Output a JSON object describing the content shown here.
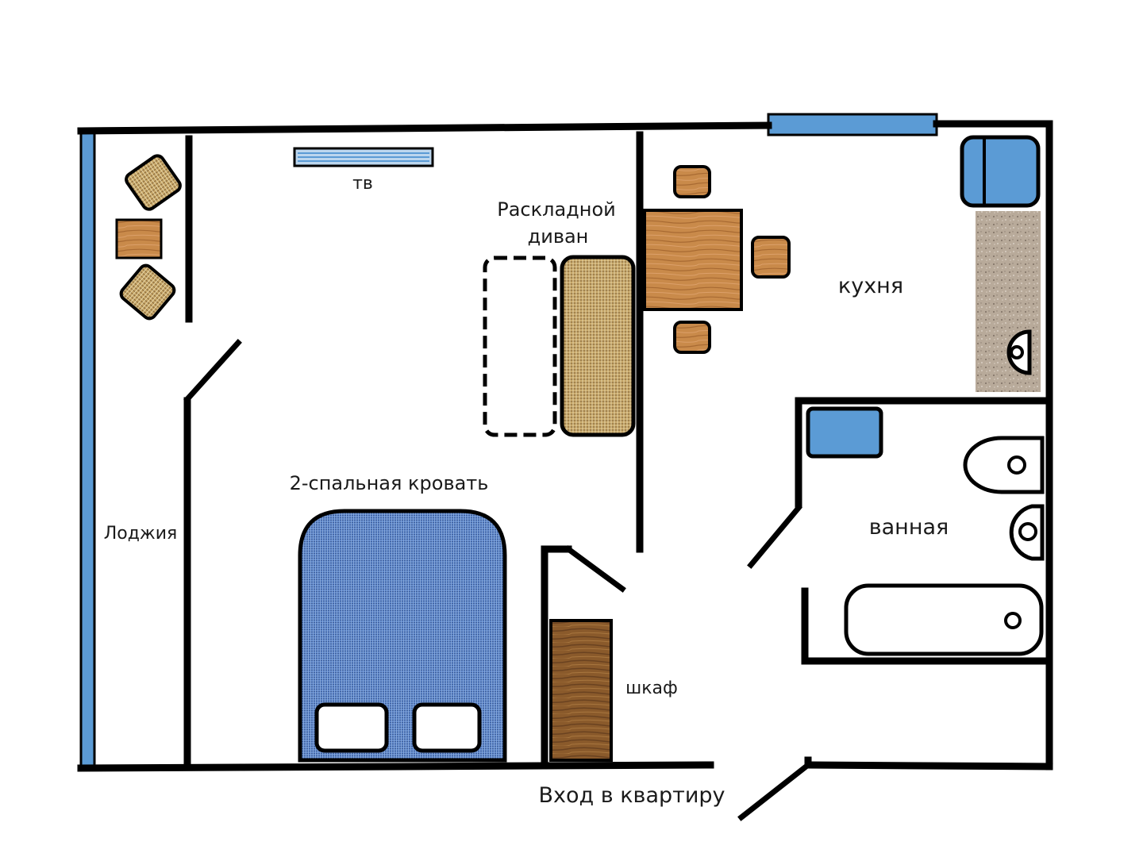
{
  "labels": {
    "tv": "тв",
    "sofa_line1": "Раскладной",
    "sofa_line2": "диван",
    "kitchen": "кухня",
    "bed": "2-спальная кровать",
    "loggia": "Лоджия",
    "bathroom": "ванная",
    "wardrobe": "шкаф",
    "entrance": "Вход в квартиру"
  },
  "colors": {
    "wall": "#000000",
    "window_blue": "#5b9bd5",
    "wood": "#c98a4a",
    "wood_dark": "#8a5a2b",
    "wicker": "#c8a86a",
    "bed_blue": "#5f87c9",
    "counter_granite": "#b3a596"
  },
  "icons": {
    "tv": "tv-icon",
    "sink": "sink-icon",
    "toilet": "toilet-icon",
    "bathtub": "bathtub-icon",
    "fridge": "fridge-icon",
    "washer": "washing-machine-icon"
  }
}
